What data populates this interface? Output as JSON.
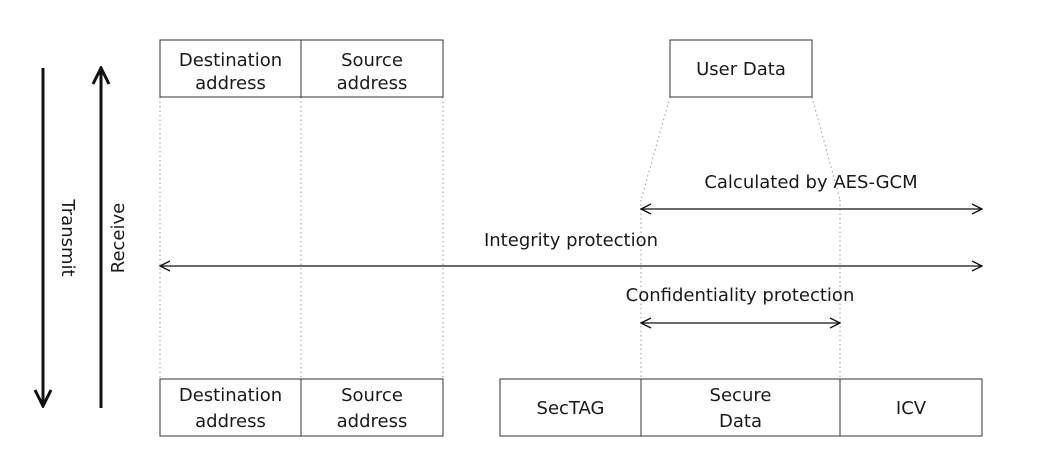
{
  "top_frame": {
    "destination": [
      "Destination",
      "address"
    ],
    "source": [
      "Source",
      "address"
    ],
    "user_data": "User Data"
  },
  "bottom_frame": {
    "destination": [
      "Destination",
      "address"
    ],
    "source": [
      "Source",
      "address"
    ],
    "sectag": "SecTAG",
    "secure_data": [
      "Secure",
      "Data"
    ],
    "icv": "ICV"
  },
  "spans": {
    "aes_gcm": "Calculated by AES-GCM",
    "integrity": "Integrity protection",
    "confidentiality": "Confidentiality protection"
  },
  "direction": {
    "transmit": "Transmit",
    "receive": "Receive"
  }
}
